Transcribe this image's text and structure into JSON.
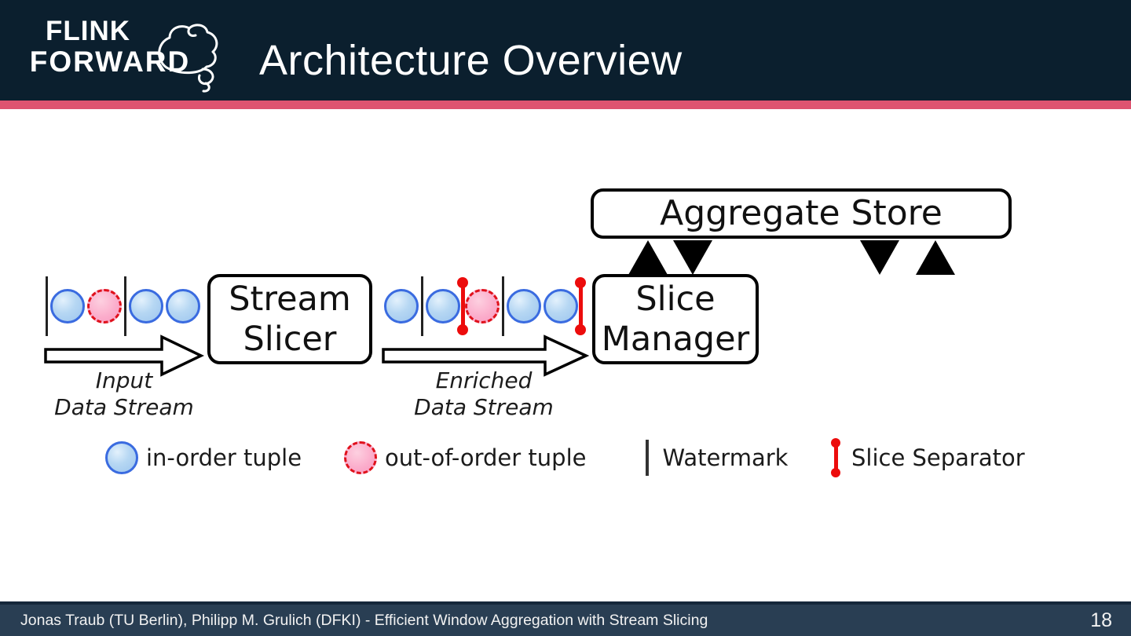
{
  "header": {
    "logo_line1": "FLINK",
    "logo_line2": "FORWARD",
    "title": "Architecture Overview",
    "bg_color": "#0b1f2e",
    "accent_stripe_color": "#de5470"
  },
  "diagram": {
    "aggregate_store_label": "Aggregate Store",
    "stream_slicer_line1": "Stream",
    "stream_slicer_line2": "Slicer",
    "slice_manager_line1": "Slice",
    "slice_manager_line2": "Manager",
    "input_stream_label_line1": "Input",
    "input_stream_label_line2": "Data Stream",
    "enriched_stream_label_line1": "Enriched",
    "enriched_stream_label_line2": "Data Stream",
    "streams": {
      "input": {
        "sequence": [
          "watermark",
          "in-order",
          "out-of-order",
          "watermark",
          "in-order",
          "in-order"
        ]
      },
      "enriched": {
        "sequence": [
          "in-order",
          "watermark",
          "in-order",
          "slice-separator",
          "out-of-order",
          "watermark",
          "in-order",
          "in-order",
          "slice-separator"
        ]
      }
    },
    "colors": {
      "in_order_border": "#3a6be0",
      "in_order_fill": "#b6d7f3",
      "out_of_order_border": "#e0111c",
      "out_of_order_fill": "#fbaccb",
      "slice_separator": "#ec0c0c",
      "watermark": "#222222",
      "box_border": "#000000"
    }
  },
  "legend": {
    "items": [
      {
        "icon": "in-order-tuple-icon",
        "label": "in-order tuple"
      },
      {
        "icon": "out-of-order-tuple-icon",
        "label": "out-of-order tuple"
      },
      {
        "icon": "watermark-icon",
        "label": "Watermark"
      },
      {
        "icon": "slice-separator-icon",
        "label": "Slice Separator"
      }
    ]
  },
  "footer": {
    "credit": "Jonas Traub (TU Berlin), Philipp M. Grulich (DFKI) - Efficient Window Aggregation with Stream Slicing",
    "page_number": "18",
    "bg_color": "#293e53"
  }
}
